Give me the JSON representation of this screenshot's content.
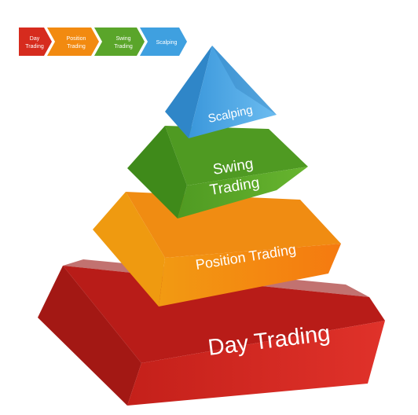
{
  "legend": [
    {
      "line1": "Day",
      "line2": "Trading",
      "color": "#d62b1e"
    },
    {
      "line1": "Position",
      "line2": "Trading",
      "color": "#f28a10"
    },
    {
      "line1": "Swing",
      "line2": "Trading",
      "color": "#5aa52a"
    },
    {
      "line1": "Scalping",
      "line2": "",
      "color": "#3fa0e0"
    }
  ],
  "pyramid": {
    "scalping": {
      "label": "Scalping",
      "color": "#3fa0e0"
    },
    "swing": {
      "line1": "Swing",
      "line2": "Trading",
      "color": "#5aa52a"
    },
    "position": {
      "label": "Position Trading",
      "color": "#f28a10"
    },
    "day": {
      "label": "Day Trading",
      "color": "#d62b1e"
    }
  }
}
